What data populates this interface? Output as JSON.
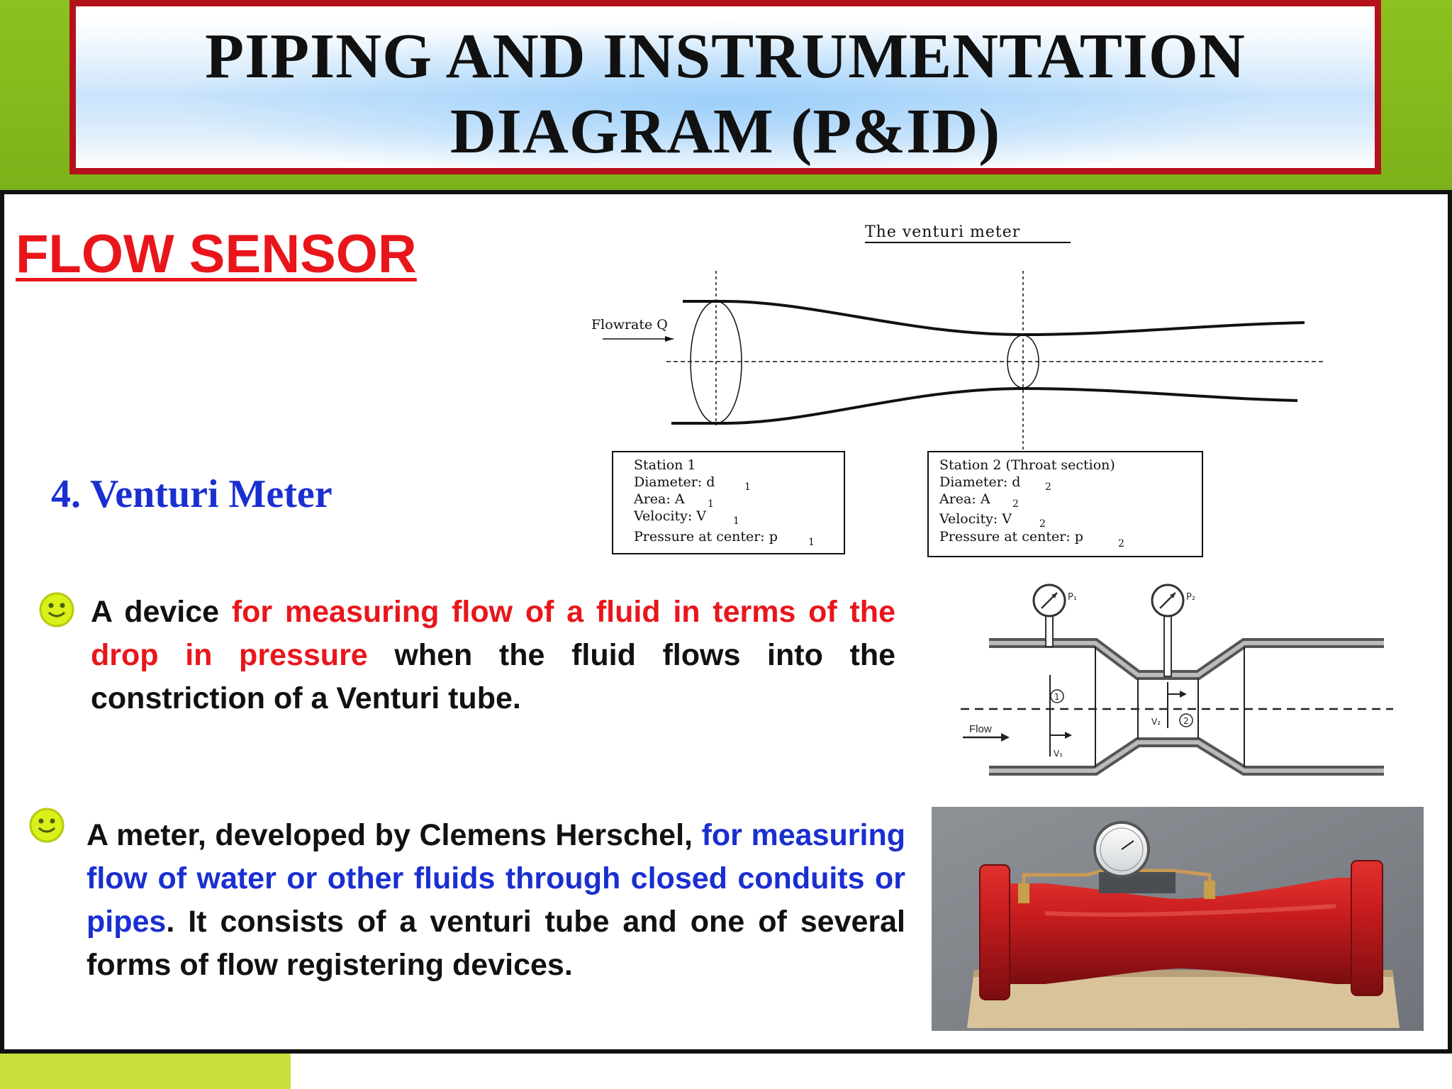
{
  "title": "PIPING AND INSTRUMENTATION DIAGRAM (P&ID)",
  "section_heading": "FLOW SENSOR",
  "subheading": "4. Venturi Meter",
  "bullets": [
    {
      "icon": "smiley-icon",
      "segments": [
        {
          "text": "A device ",
          "color": "black"
        },
        {
          "text": "for measuring flow of a fluid in terms of the drop in pressure",
          "color": "red"
        },
        {
          "text": " when the fluid flows into the constriction of a Venturi tube.",
          "color": "black"
        }
      ]
    },
    {
      "icon": "smiley-icon",
      "segments": [
        {
          "text": "A meter, developed by Clemens Herschel, ",
          "color": "black"
        },
        {
          "text": "for measuring flow of water or other fluids through closed conduits or pipes",
          "color": "blue"
        },
        {
          "text": ". It consists of a venturi tube and one of several forms of flow registering devices.",
          "color": "black"
        }
      ]
    }
  ],
  "venturi_diagram": {
    "title": "The venturi meter",
    "flow_label": "Flowrate Q",
    "station1": {
      "line1": "Station 1",
      "line2": "Diameter: d",
      "line2_sub": "1",
      "line3": "Area: A",
      "line3_sub": "1",
      "line4": "Velocity: V",
      "line4_sub": "1",
      "line5": "Pressure at center: p",
      "line5_sub": "1"
    },
    "station2": {
      "line1": "Station 2 (Throat section)",
      "line2": "Diameter: d",
      "line2_sub": "2",
      "line3": "Area: A",
      "line3_sub": "2",
      "line4": "Velocity: V",
      "line4_sub": "2",
      "line5": "Pressure at center: p",
      "line5_sub": "2"
    }
  },
  "tube_diagram": {
    "flow_label": "Flow",
    "p1": "P₁",
    "p2": "P₂",
    "v1": "V₁",
    "v2": "V₂",
    "mark1": "1",
    "mark2": "2"
  },
  "colors": {
    "red": "#e8161b",
    "blue": "#1a2fd0",
    "banner_border": "#b3121b",
    "green": "#7fb81e",
    "smiley": "#d9f01a"
  }
}
